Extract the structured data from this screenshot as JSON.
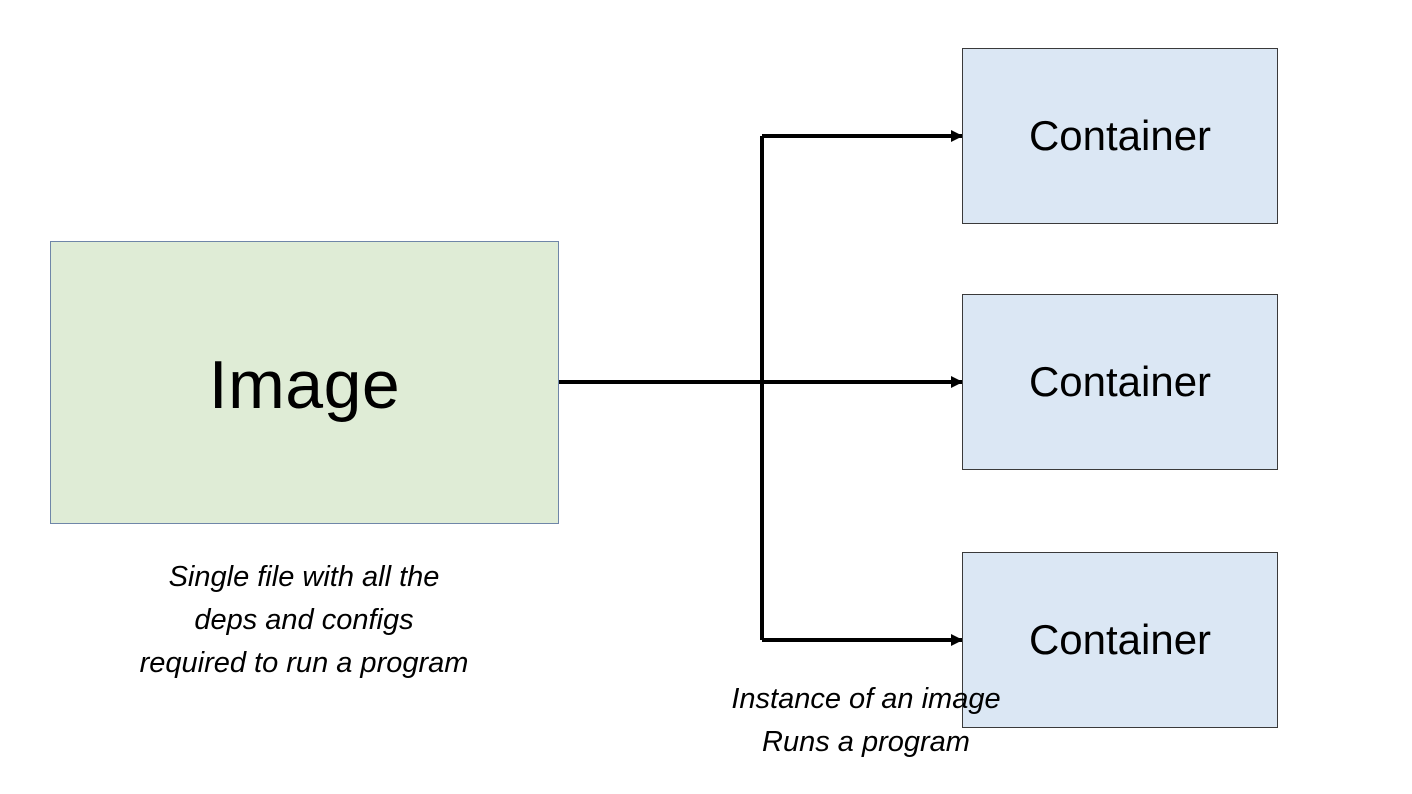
{
  "image_box": {
    "label": "Image",
    "fill": "#dfecd6"
  },
  "containers": [
    {
      "label": "Container"
    },
    {
      "label": "Container"
    },
    {
      "label": "Container"
    }
  ],
  "container_fill": "#dbe7f4",
  "image_caption": {
    "lines": [
      "Single file with all the",
      "deps and configs",
      "required to run a program"
    ]
  },
  "container_caption": {
    "lines": [
      "Instance of an image",
      "Runs a program"
    ]
  },
  "arrow_color": "#000000"
}
